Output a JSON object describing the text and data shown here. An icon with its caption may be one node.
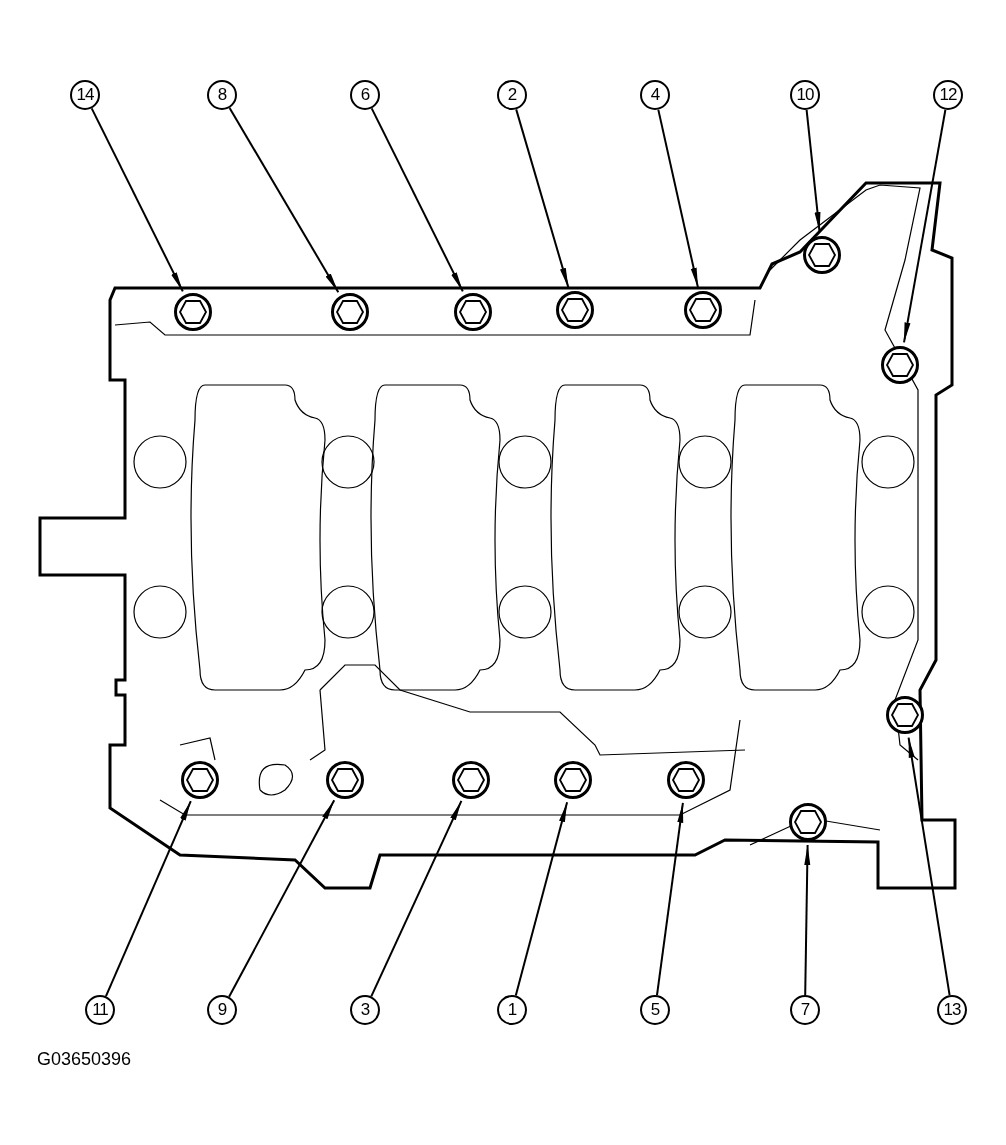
{
  "diagram": {
    "nodes": [
      {
        "text": [
          "14"
        ]
      },
      {
        "text": [
          "8"
        ]
      },
      {
        "text": [
          "6"
        ]
      },
      {
        "text": [
          "2"
        ]
      },
      {
        "text": [
          "4"
        ]
      },
      {
        "text": [
          "10"
        ]
      },
      {
        "text": [
          "12"
        ]
      },
      {
        "text": [],
        "shape": "circle"
      },
      {
        "text": [],
        "shape": "circle"
      },
      {
        "text": [],
        "shape": "circle"
      },
      {
        "text": [],
        "shape": "circle"
      },
      {
        "text": [],
        "shape": "circle"
      },
      {
        "text": [],
        "shape": "circle"
      },
      {
        "text": [],
        "shape": "circle"
      },
      {
        "text": [],
        "shape": "circle"
      },
      {
        "text": [],
        "shape": "circle"
      },
      {
        "text": [],
        "shape": "circle"
      },
      {
        "text": [],
        "shape": "circle"
      },
      {
        "text": [],
        "shape": "circle"
      },
      {
        "text": [],
        "shape": "circle"
      },
      {
        "text": [],
        "shape": "circle"
      },
      {
        "text": [
          "11"
        ]
      },
      {
        "text": [
          "9"
        ]
      },
      {
        "text": [
          "3"
        ]
      },
      {
        "text": [
          "1"
        ]
      },
      {
        "text": [
          "5"
        ]
      },
      {
        "text": [
          "7"
        ]
      },
      {
        "text": [
          "13"
        ]
      }
    ],
    "edges": [
      {
        "from": 0,
        "to": 8,
        "arrow": "to"
      },
      {
        "from": 1,
        "to": 9,
        "arrow": "to"
      },
      {
        "from": 2,
        "to": 10,
        "arrow": "to"
      },
      {
        "from": 3,
        "to": 11,
        "arrow": "to"
      },
      {
        "from": 4,
        "to": 12,
        "arrow": "to"
      },
      {
        "from": 5,
        "to": 7,
        "arrow": "to"
      },
      {
        "from": 6,
        "to": 13,
        "arrow": "to"
      },
      {
        "from": 21,
        "to": 15,
        "arrow": "to"
      },
      {
        "from": 22,
        "to": 16,
        "arrow": "to"
      },
      {
        "from": 23,
        "to": 17,
        "arrow": "to"
      },
      {
        "from": 24,
        "to": 18,
        "arrow": "to"
      },
      {
        "from": 25,
        "to": 19,
        "arrow": "to"
      },
      {
        "from": 26,
        "to": 20,
        "arrow": "to"
      },
      {
        "from": 27,
        "to": 14,
        "arrow": "to"
      }
    ],
    "labels": [
      "G03650396"
    ]
  }
}
